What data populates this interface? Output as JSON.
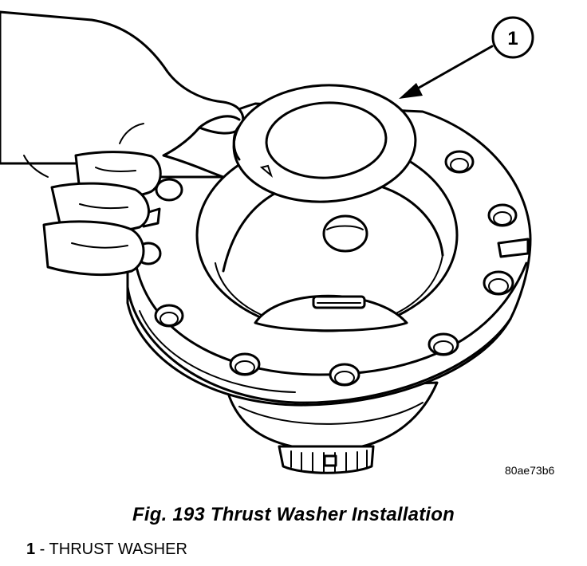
{
  "figure": {
    "callout_number": "1",
    "image_code": "80ae73b6",
    "caption": "Fig. 193 Thrust Washer Installation"
  },
  "legend": [
    {
      "number": "1",
      "separator": " - ",
      "text": "THRUST WASHER"
    }
  ],
  "colors": {
    "ink": "#000000",
    "paper": "#ffffff"
  }
}
